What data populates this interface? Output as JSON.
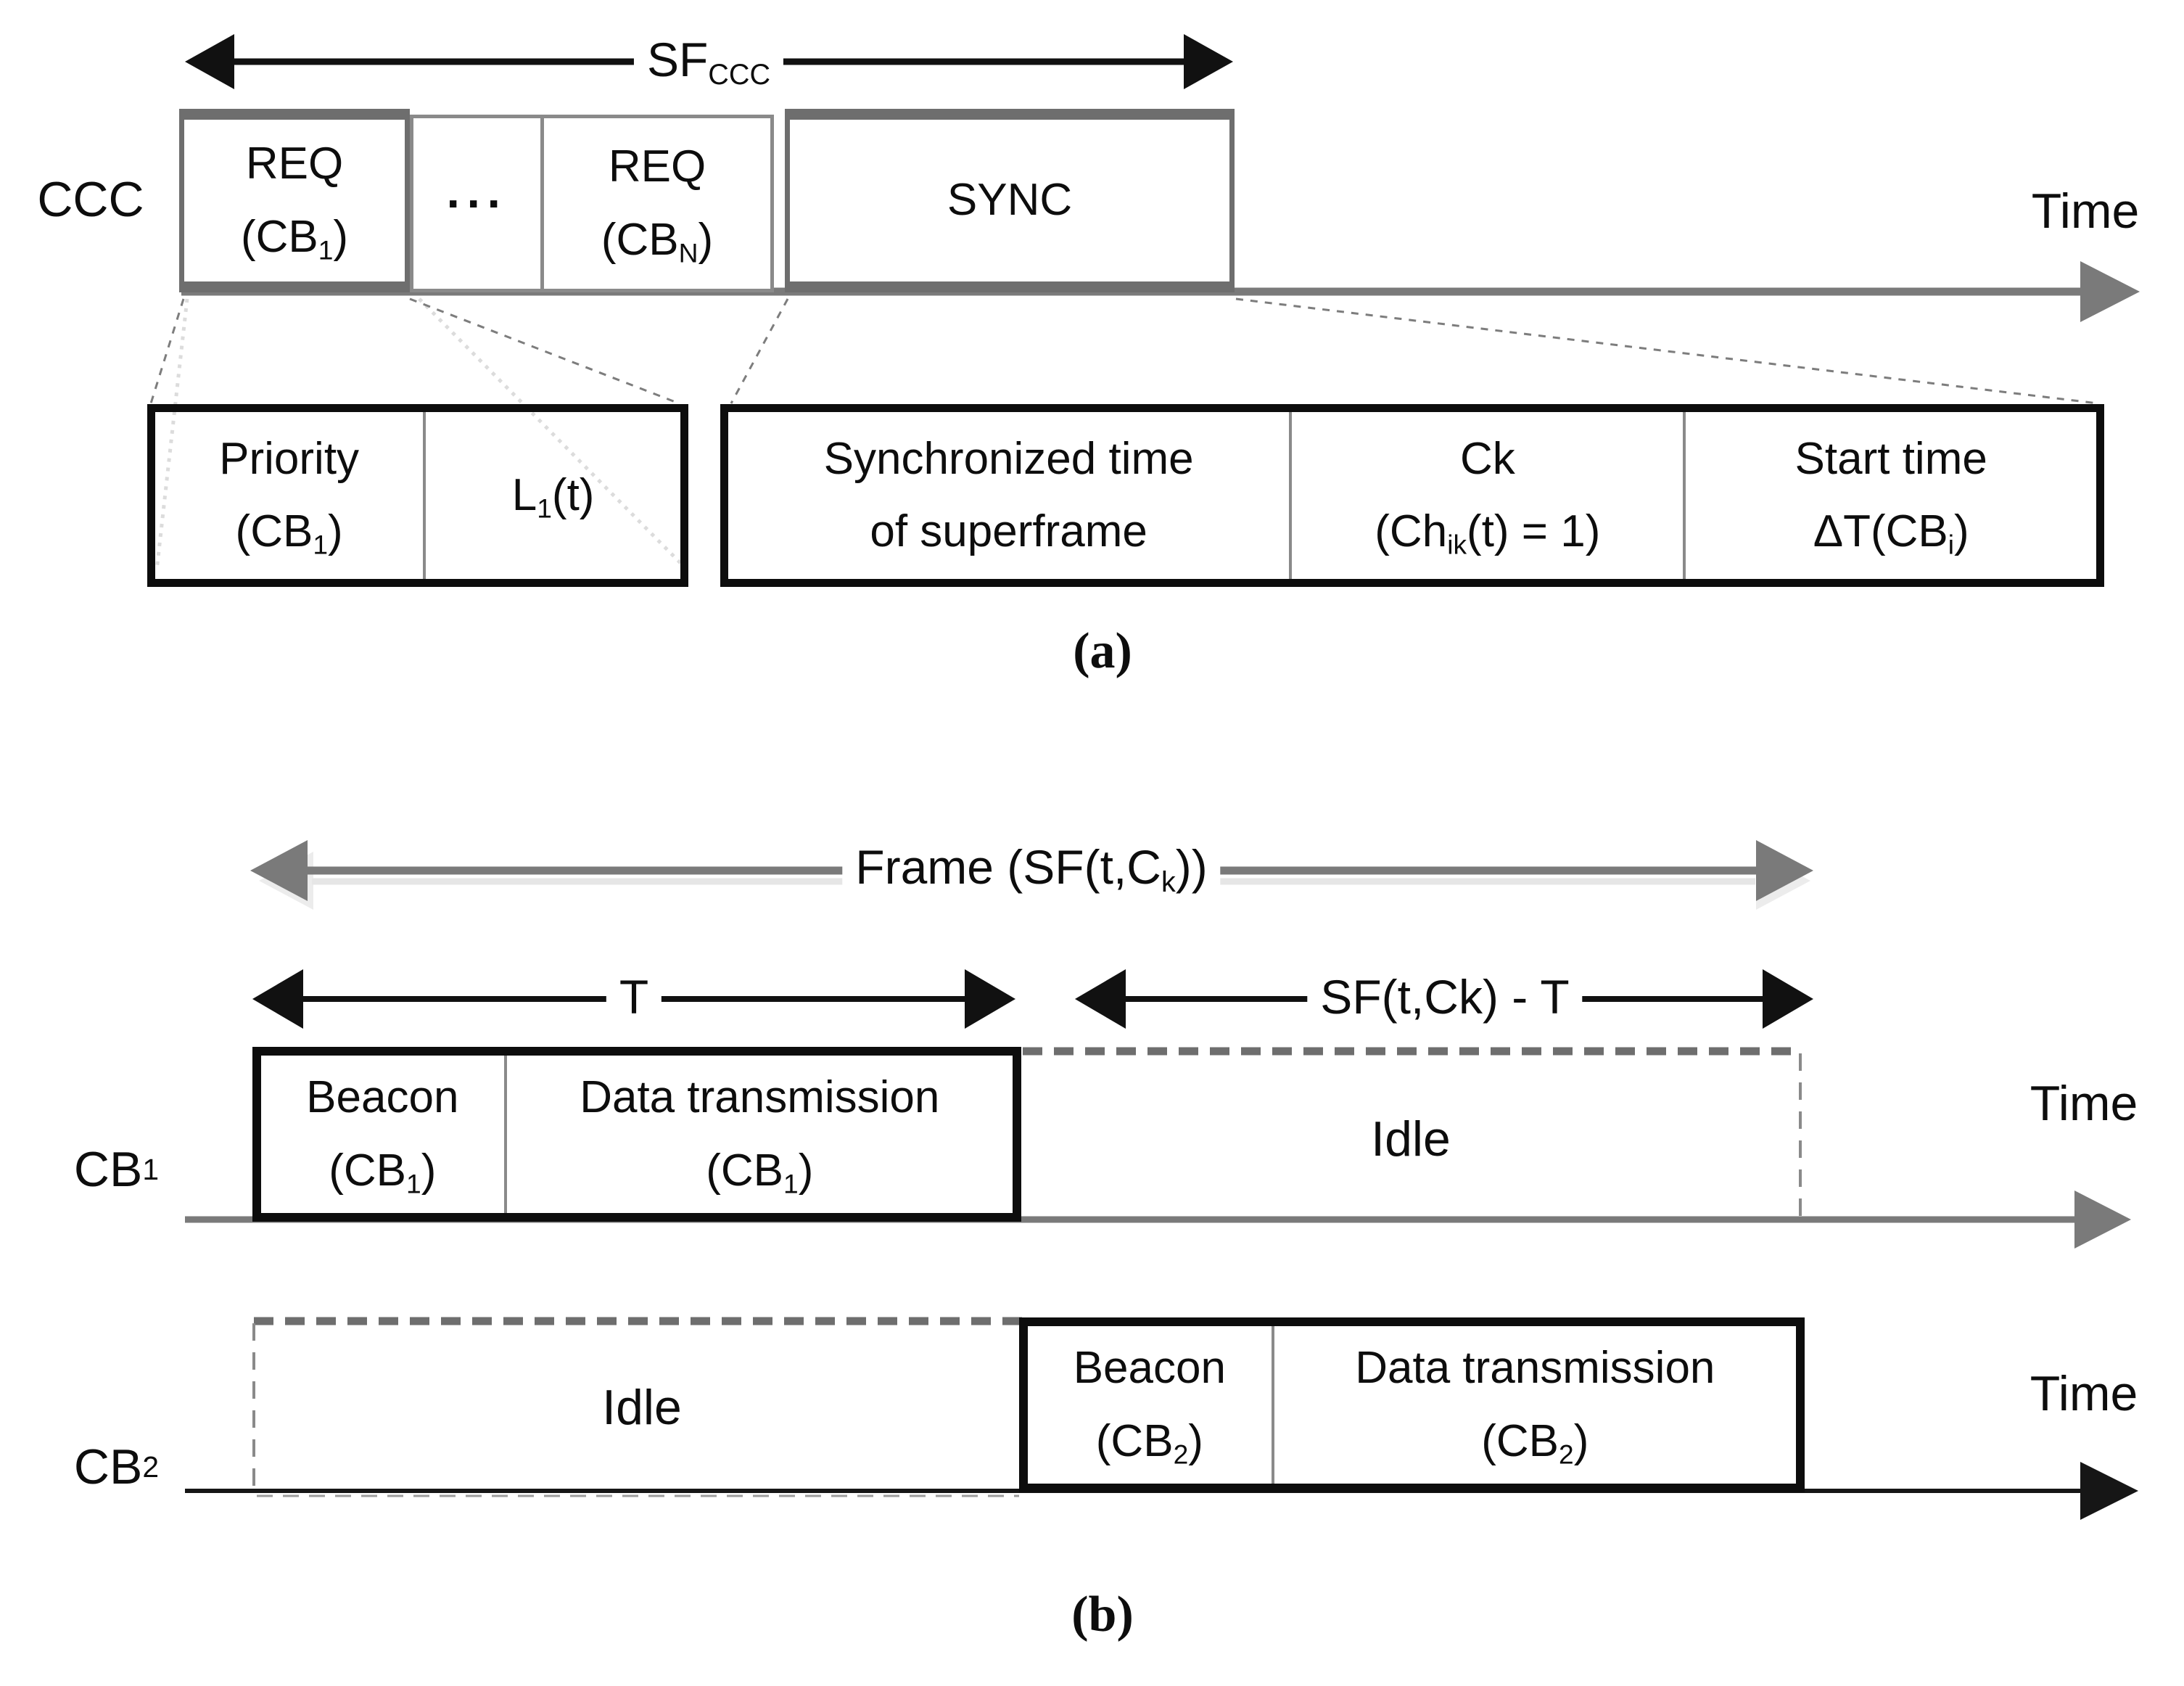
{
  "colors": {
    "border_gray": "#6e6e6e",
    "border_black": "#0d0d0d",
    "timeline_gray": "#7a7a7a",
    "dash_gray": "#7d7d7d",
    "text": "#0d0d0d"
  },
  "panel_a": {
    "channel_label": "CCC",
    "sf_arrow": {
      "main": "SF",
      "sub": "CCC"
    },
    "req1": {
      "line1": "REQ",
      "open": "(CB",
      "sub": "1",
      "close": ")"
    },
    "dots": "···",
    "reqN": {
      "line1": "REQ",
      "open": "(CB",
      "sub": "N",
      "close": ")"
    },
    "sync": "SYNC",
    "time_label": "Time",
    "detail_left": {
      "priority": {
        "line1": "Priority",
        "open": "(CB",
        "sub": "1",
        "close": ")"
      },
      "length": {
        "main": "L",
        "sub": "1",
        "rest": "(t)"
      }
    },
    "detail_right": {
      "sync_time": {
        "line1": "Synchronized time",
        "line2": "of superframe"
      },
      "ck": {
        "line1": "Ck",
        "open": "(Ch",
        "sub": "ik",
        "rest": "(t) = 1)"
      },
      "start": {
        "line1": "Start time",
        "open": "ΔT(CB",
        "sub": "i",
        "close": ")"
      }
    },
    "caption": "(a)"
  },
  "panel_b": {
    "frame_arrow": {
      "pre": "Frame (SF(t,C",
      "sub": "k",
      "post": "))"
    },
    "t_arrow_label": "T",
    "sf_t_arrow_label": "SF(t,Ck) - T",
    "cb1": {
      "label": {
        "main": "CB",
        "sub": "1"
      },
      "beacon": {
        "line1": "Beacon",
        "open": "(CB",
        "sub": "1",
        "close": ")"
      },
      "data": {
        "line1": "Data transmission",
        "open": "(CB",
        "sub": "1",
        "close": ")"
      },
      "idle": "Idle",
      "time_label": "Time"
    },
    "cb2": {
      "label": {
        "main": "CB",
        "sub": "2"
      },
      "beacon": {
        "line1": "Beacon",
        "open": "(CB",
        "sub": "2",
        "close": ")"
      },
      "data": {
        "line1": "Data transmission",
        "open": "(CB",
        "sub": "2",
        "close": ")"
      },
      "idle": "Idle",
      "time_label": "Time"
    },
    "caption": "(b)"
  }
}
